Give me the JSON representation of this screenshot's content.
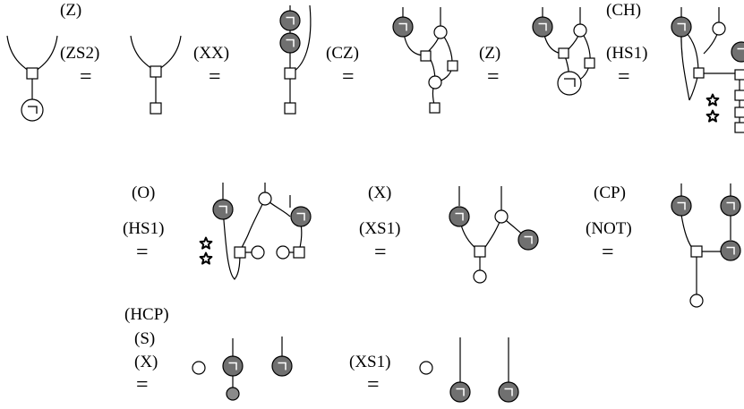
{
  "colors": {
    "gray_node": "#707070",
    "small_dot": "#8a8a8a"
  },
  "row1": {
    "labels": [
      "(Z)",
      "(ZS2)",
      "(XX)",
      "(CZ)",
      "(Z)",
      "(CH)",
      "(HS1)"
    ],
    "equals": [
      "=",
      "=",
      "=",
      "=",
      "="
    ]
  },
  "row2": {
    "labels": [
      "(O)",
      "(HS1)",
      "(X)",
      "(XS1)",
      "(CP)",
      "(NOT)"
    ],
    "equals": [
      "=",
      "=",
      "="
    ]
  },
  "row3": {
    "labels": [
      "(HCP)",
      "(S)",
      "(X)",
      "(XS1)"
    ],
    "equals": [
      "=",
      "="
    ]
  },
  "icons": [
    "negation-symbol",
    "star-symbol"
  ]
}
